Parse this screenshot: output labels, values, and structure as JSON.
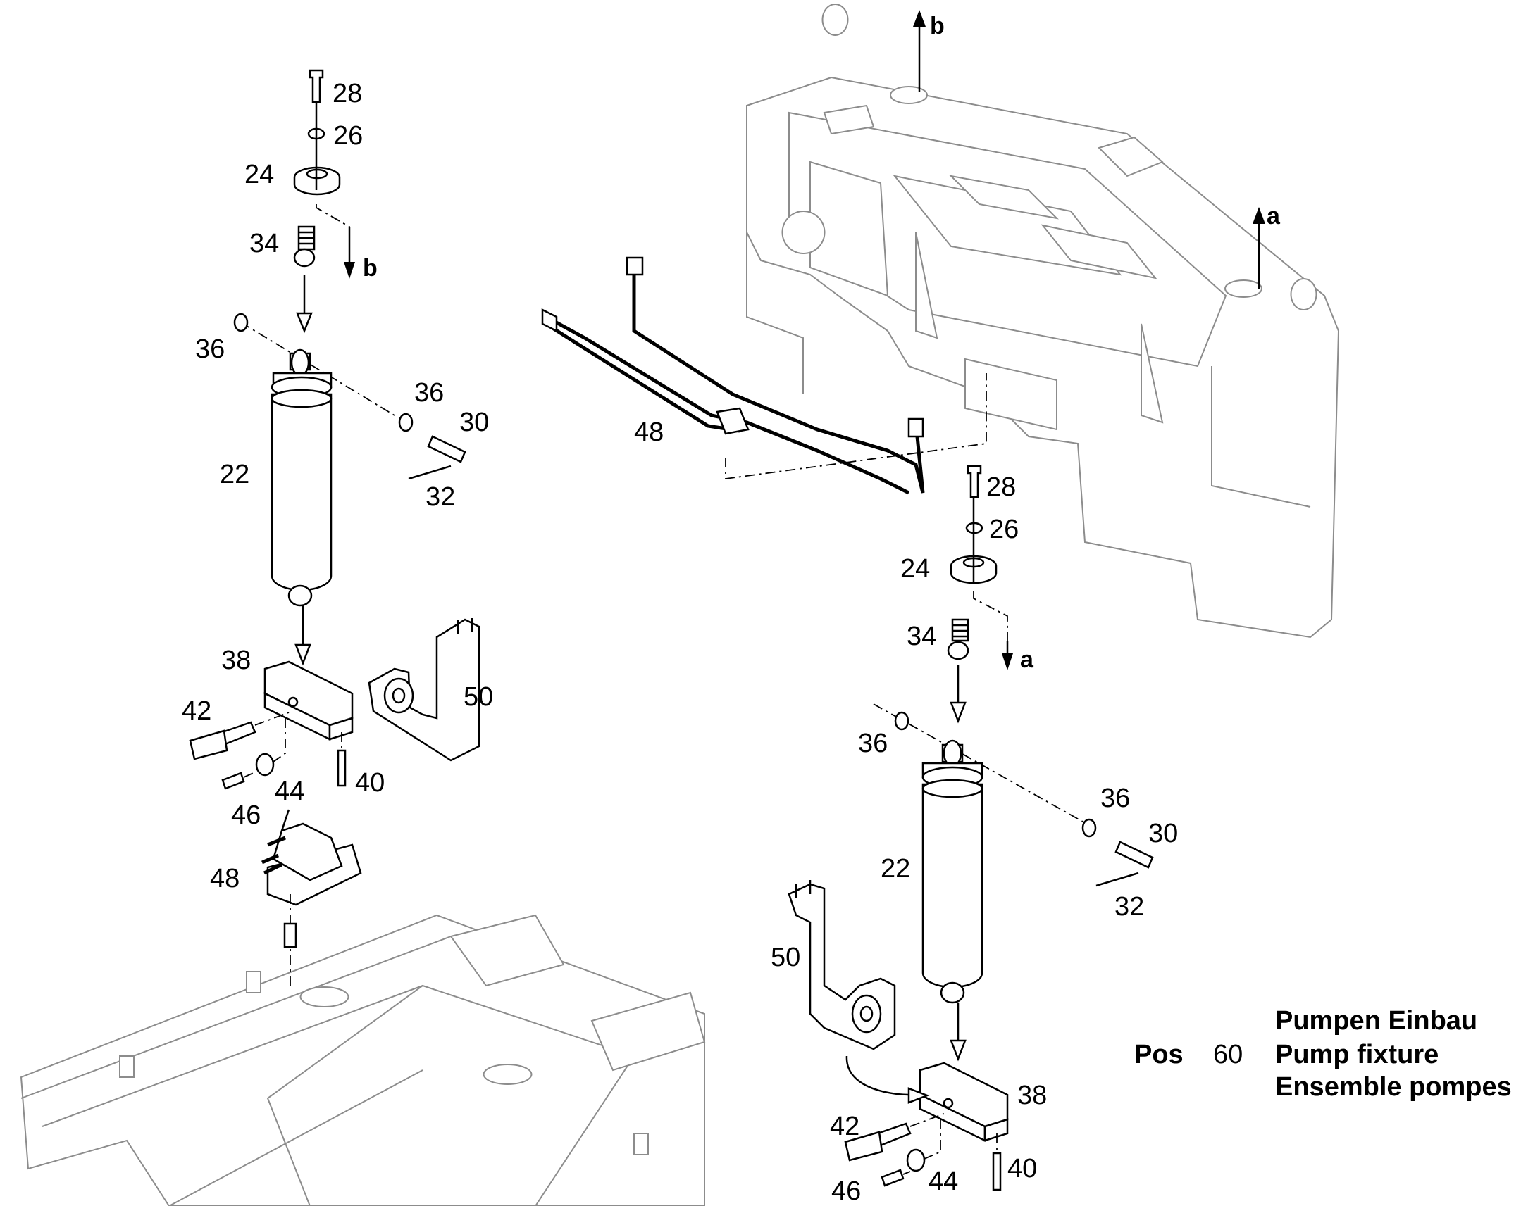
{
  "labels": {
    "l28": "28",
    "l26": "26",
    "l24": "24",
    "l34": "34",
    "l36a": "36",
    "l36b": "36",
    "l30": "30",
    "l32": "32",
    "l22": "22",
    "l38": "38",
    "l42": "42",
    "l50": "50",
    "l40": "40",
    "l44": "44",
    "l46": "46",
    "l48": "48",
    "l48c": "48",
    "r28": "28",
    "r26": "26",
    "r24": "24",
    "r34": "34",
    "r36a": "36",
    "r36b": "36",
    "r30": "30",
    "r32": "32",
    "r22": "22",
    "r50": "50",
    "r38": "38",
    "r42": "42",
    "r40": "40",
    "r46": "46",
    "r44": "44"
  },
  "arrows": {
    "b_top": "b",
    "b_left": "b",
    "a_top": "a",
    "a_right": "a"
  },
  "caption": {
    "pos_label": "Pos",
    "pos_number": "60",
    "line_de": "Pumpen Einbau",
    "line_en": "Pump fixture",
    "line_fr": "Ensemble pompes"
  },
  "colors": {
    "ink": "#000000",
    "ghost": "#8c8c8c",
    "paper": "#ffffff"
  }
}
